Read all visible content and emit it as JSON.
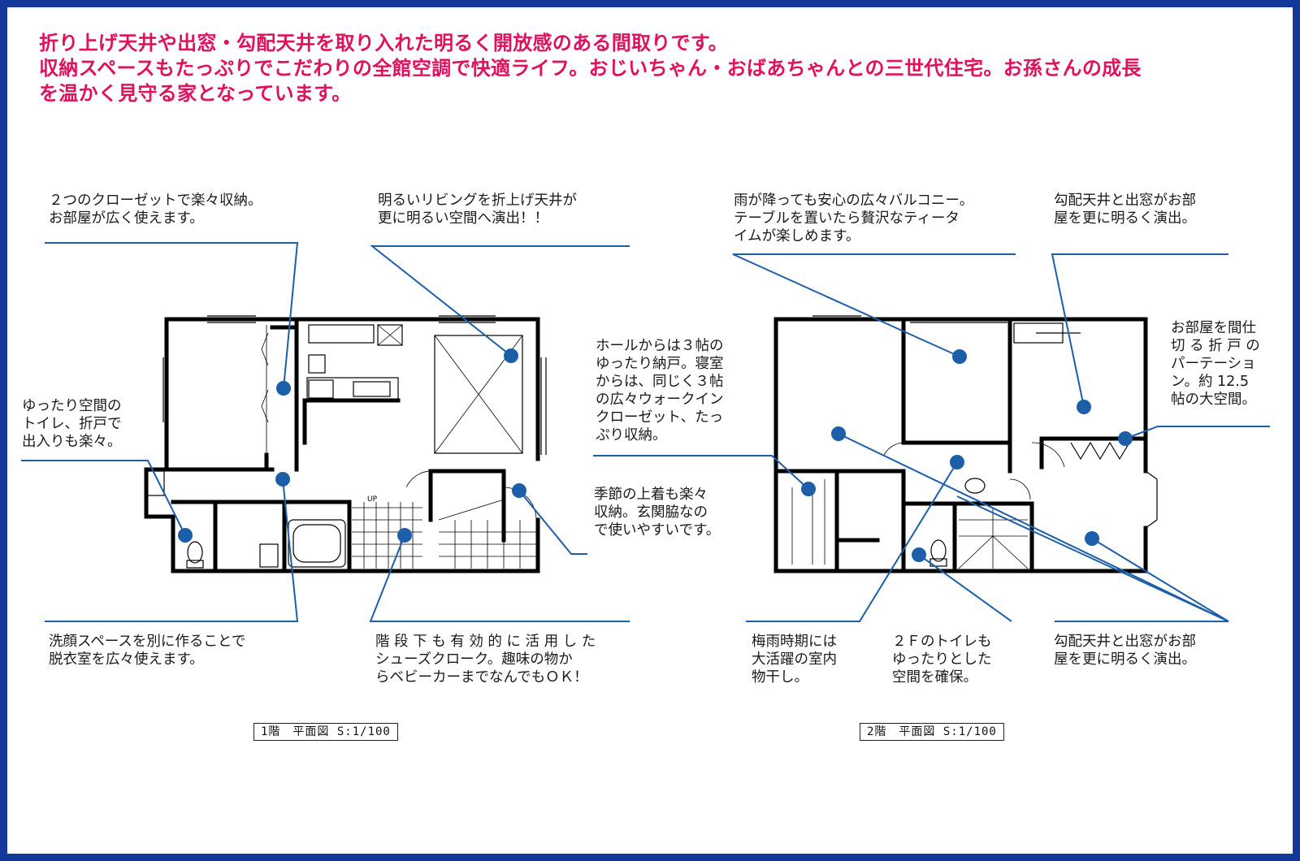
{
  "headline": {
    "line1": "折り上げ天井や出窓・勾配天井を取り入れた明るく開放感のある間取りです。",
    "line2": "収納スペースもたっぷりでこだわりの全館空調で快適ライフ。おじいちゃん・おばあちゃんとの三世代住宅。お孫さんの成長",
    "line3": "を温かく見守る家となっています。"
  },
  "floor1": {
    "scale_label": "1階　平面図 S:1/100",
    "stair_label": "UP",
    "notes": {
      "closet": [
        "２つのクローゼットで楽々収納。",
        "お部屋が広く使えます。"
      ],
      "living": [
        "明るいリビングを折上げ天井が",
        "更に明るい空間へ演出！！"
      ],
      "toilet": [
        "ゆったり空間の",
        "トイレ、折戸で",
        "出入りも楽々。"
      ],
      "entrance": [
        "季節の上着も楽々",
        "収納。玄関脇なの",
        "で使いやすいです。"
      ],
      "washroom": [
        "洗顔スペースを別に作ることで",
        "脱衣室を広々使えます。"
      ],
      "shoes": [
        "階 段 下 も 有 効 的 に 活 用 し た",
        "シューズクローク。趣味の物か",
        "らベビーカーまでなんでもＯＫ！"
      ]
    }
  },
  "floor2": {
    "scale_label": "2階　平面図 S:1/100",
    "notes": {
      "storage": [
        "ホールからは３帖の",
        "ゆったり納戸。寝室",
        "からは、同じく３帖",
        "の広々ウォークイン",
        "クローゼット、たっ",
        "ぷり収納。"
      ],
      "balcony": [
        "雨が降っても安心の広々バルコニー。",
        "テーブルを置いたら贅沢なティータ",
        "イムが楽しめます。"
      ],
      "ceiling_top": [
        "勾配天井と出窓がお部",
        "屋を更に明るく演出。"
      ],
      "partition": [
        "お部屋を間仕",
        "切 る 折 戸 の",
        "パーテーショ",
        "ン。約 12.5",
        "帖の大空間。"
      ],
      "drying": [
        "梅雨時期には",
        "大活躍の室内",
        "物干し。"
      ],
      "toilet2": [
        "２Ｆのトイレも",
        "ゆったりとした",
        "空間を確保。"
      ],
      "ceiling_bottom": [
        "勾配天井と出窓がお部",
        "屋を更に明るく演出。"
      ]
    }
  }
}
